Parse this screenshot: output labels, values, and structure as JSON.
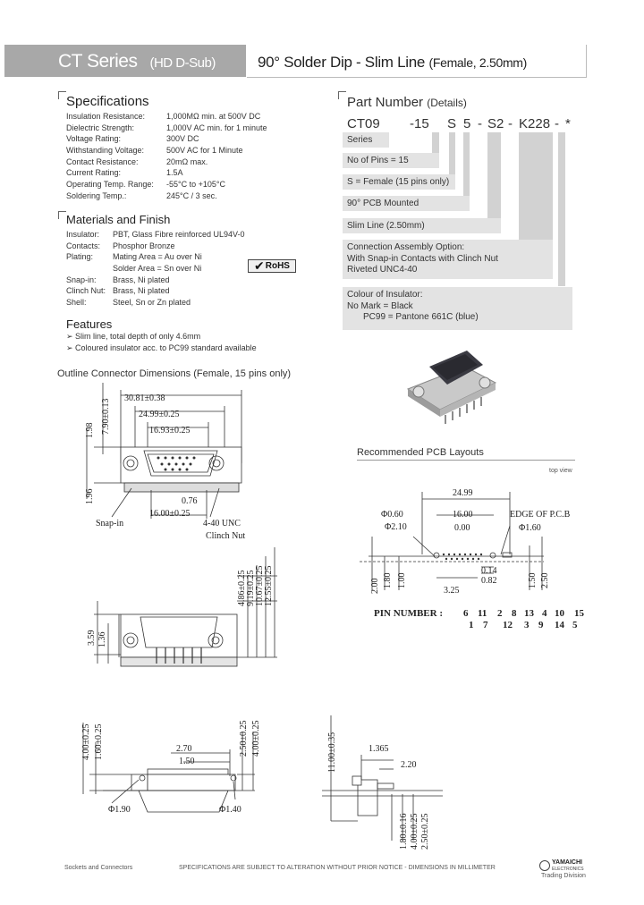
{
  "header": {
    "series": "CT Series",
    "series_sub": "(HD D-Sub)",
    "title": "90° Solder Dip - Slim Line",
    "title_sub": "(Female, 2.50mm)"
  },
  "specifications": {
    "title": "Specifications",
    "rows": [
      {
        "k": "Insulation Resistance:",
        "v": "1,000MΩ min. at 500V DC"
      },
      {
        "k": "Dielectric Strength:",
        "v": "1,000V AC min. for 1 minute"
      },
      {
        "k": "Voltage Rating:",
        "v": "300V DC"
      },
      {
        "k": "Withstanding Voltage:",
        "v": "500V AC for 1 Minute"
      },
      {
        "k": "Contact Resistance:",
        "v": "20mΩ max."
      },
      {
        "k": "Current Rating:",
        "v": "1.5A"
      },
      {
        "k": "Operating Temp. Range:",
        "v": "-55°C to +105°C"
      },
      {
        "k": "Soldering Temp.:",
        "v": "245°C / 3 sec."
      }
    ]
  },
  "materials": {
    "title": "Materials and Finish",
    "rows": [
      {
        "k": "Insulator:",
        "v": "PBT, Glass Fibre reinforced UL94V-0"
      },
      {
        "k": "Contacts:",
        "v": "Phosphor Bronze"
      },
      {
        "k": "Plating:",
        "v": "Mating Area = Au over Ni"
      },
      {
        "k": "",
        "v": "Solder Area = Sn over Ni"
      },
      {
        "k": "Snap-in:",
        "v": "Brass, Ni plated"
      },
      {
        "k": "Clinch Nut:",
        "v": "Brass, Ni plated"
      },
      {
        "k": "Shell:",
        "v": "Steel, Sn or Zn plated"
      }
    ],
    "rohs": "RoHS"
  },
  "features": {
    "title": "Features",
    "items": [
      "Slim line, total depth of only 4.6mm",
      "Coloured insulator acc. to PC99 standard available"
    ]
  },
  "part_number": {
    "title": "Part Number",
    "title_sub": "(Details)",
    "code": [
      "CT09",
      "-15",
      "S",
      "5",
      "-",
      "S2",
      "-",
      "K228",
      "-",
      "*"
    ],
    "options": [
      {
        "lines": [
          "Series"
        ]
      },
      {
        "lines": [
          "No of Pins = 15"
        ]
      },
      {
        "lines": [
          "S = Female (15 pins only)"
        ]
      },
      {
        "lines": [
          "90° PCB Mounted"
        ]
      },
      {
        "lines": [
          "Slim Line (2.50mm)"
        ]
      },
      {
        "lines": [
          "Connection Assembly Option:",
          "With Snap-in Contacts with Clinch Nut",
          "Riveted UNC4-40"
        ]
      },
      {
        "lines": [
          "Colour of Insulator:",
          "No Mark  = Black",
          "PC99  = Pantone 661C (blue)"
        ]
      }
    ]
  },
  "outline": {
    "title": "Outline Connector Dimensions (Female, 15 pins only)",
    "dims": {
      "d1": "30.81±0.38",
      "d2": "24.99±0.25",
      "d3": "16.93±0.25",
      "d4": "7.90±0.13",
      "d5": "1.98",
      "d6": "1.96",
      "d7": "0.76",
      "d8": "16.00±0.25",
      "snap": "Snap-in",
      "unc": "4-40 UNC",
      "clinch": "Clinch Nut",
      "v1": "4.86±0.25",
      "v2": "9.19±0.25",
      "v3": "10.67±0.25",
      "v4": "12.55±0.25",
      "s1": "3.59",
      "s2": "1.36",
      "b1": "4.00±0.25",
      "b2": "1.60±0.25",
      "b3": "2.70",
      "b4": "1.50",
      "b5": "2.50±0.25",
      "b6": "4.00±0.25",
      "b7": "Φ1.90",
      "b8": "Φ1.40",
      "r1": "11.00±0.35",
      "r2": "1.365",
      "r3": "2.20",
      "r4": "1.80±0.16",
      "r5": "4.00±0.25",
      "r6": "2.50±0.25"
    }
  },
  "pcb": {
    "title": "Recommended PCB Layouts",
    "view": "top view",
    "dims": {
      "w": "24.99",
      "phi1": "Φ0.60",
      "phi2": "Φ2.10",
      "d16": "16.00",
      "d0": "0.00",
      "edge": "EDGE OF P.C.B",
      "phi3": "Φ1.60",
      "d014": "0.14",
      "d082": "0.82",
      "d325": "3.25",
      "v200": "2.00",
      "v180": "1.80",
      "v100": "1.00",
      "v150": "1.50",
      "v250": "2.50"
    },
    "pin_label": "PIN NUMBER :",
    "pin_row1": [
      "6",
      "11",
      "2",
      "8",
      "13",
      "4",
      "10",
      "15"
    ],
    "pin_row2": [
      "1",
      "7",
      "12",
      "3",
      "9",
      "14",
      "5"
    ]
  },
  "footer": {
    "left": "Sockets and Connectors",
    "center": "SPECIFICATIONS ARE SUBJECT TO ALTERATION WITHOUT PRIOR NOTICE - DIMENSIONS IN MILLIMETER",
    "logo": "YAMAICHI",
    "logo_sub": "ELECTRONICS",
    "division": "Trading Division"
  }
}
